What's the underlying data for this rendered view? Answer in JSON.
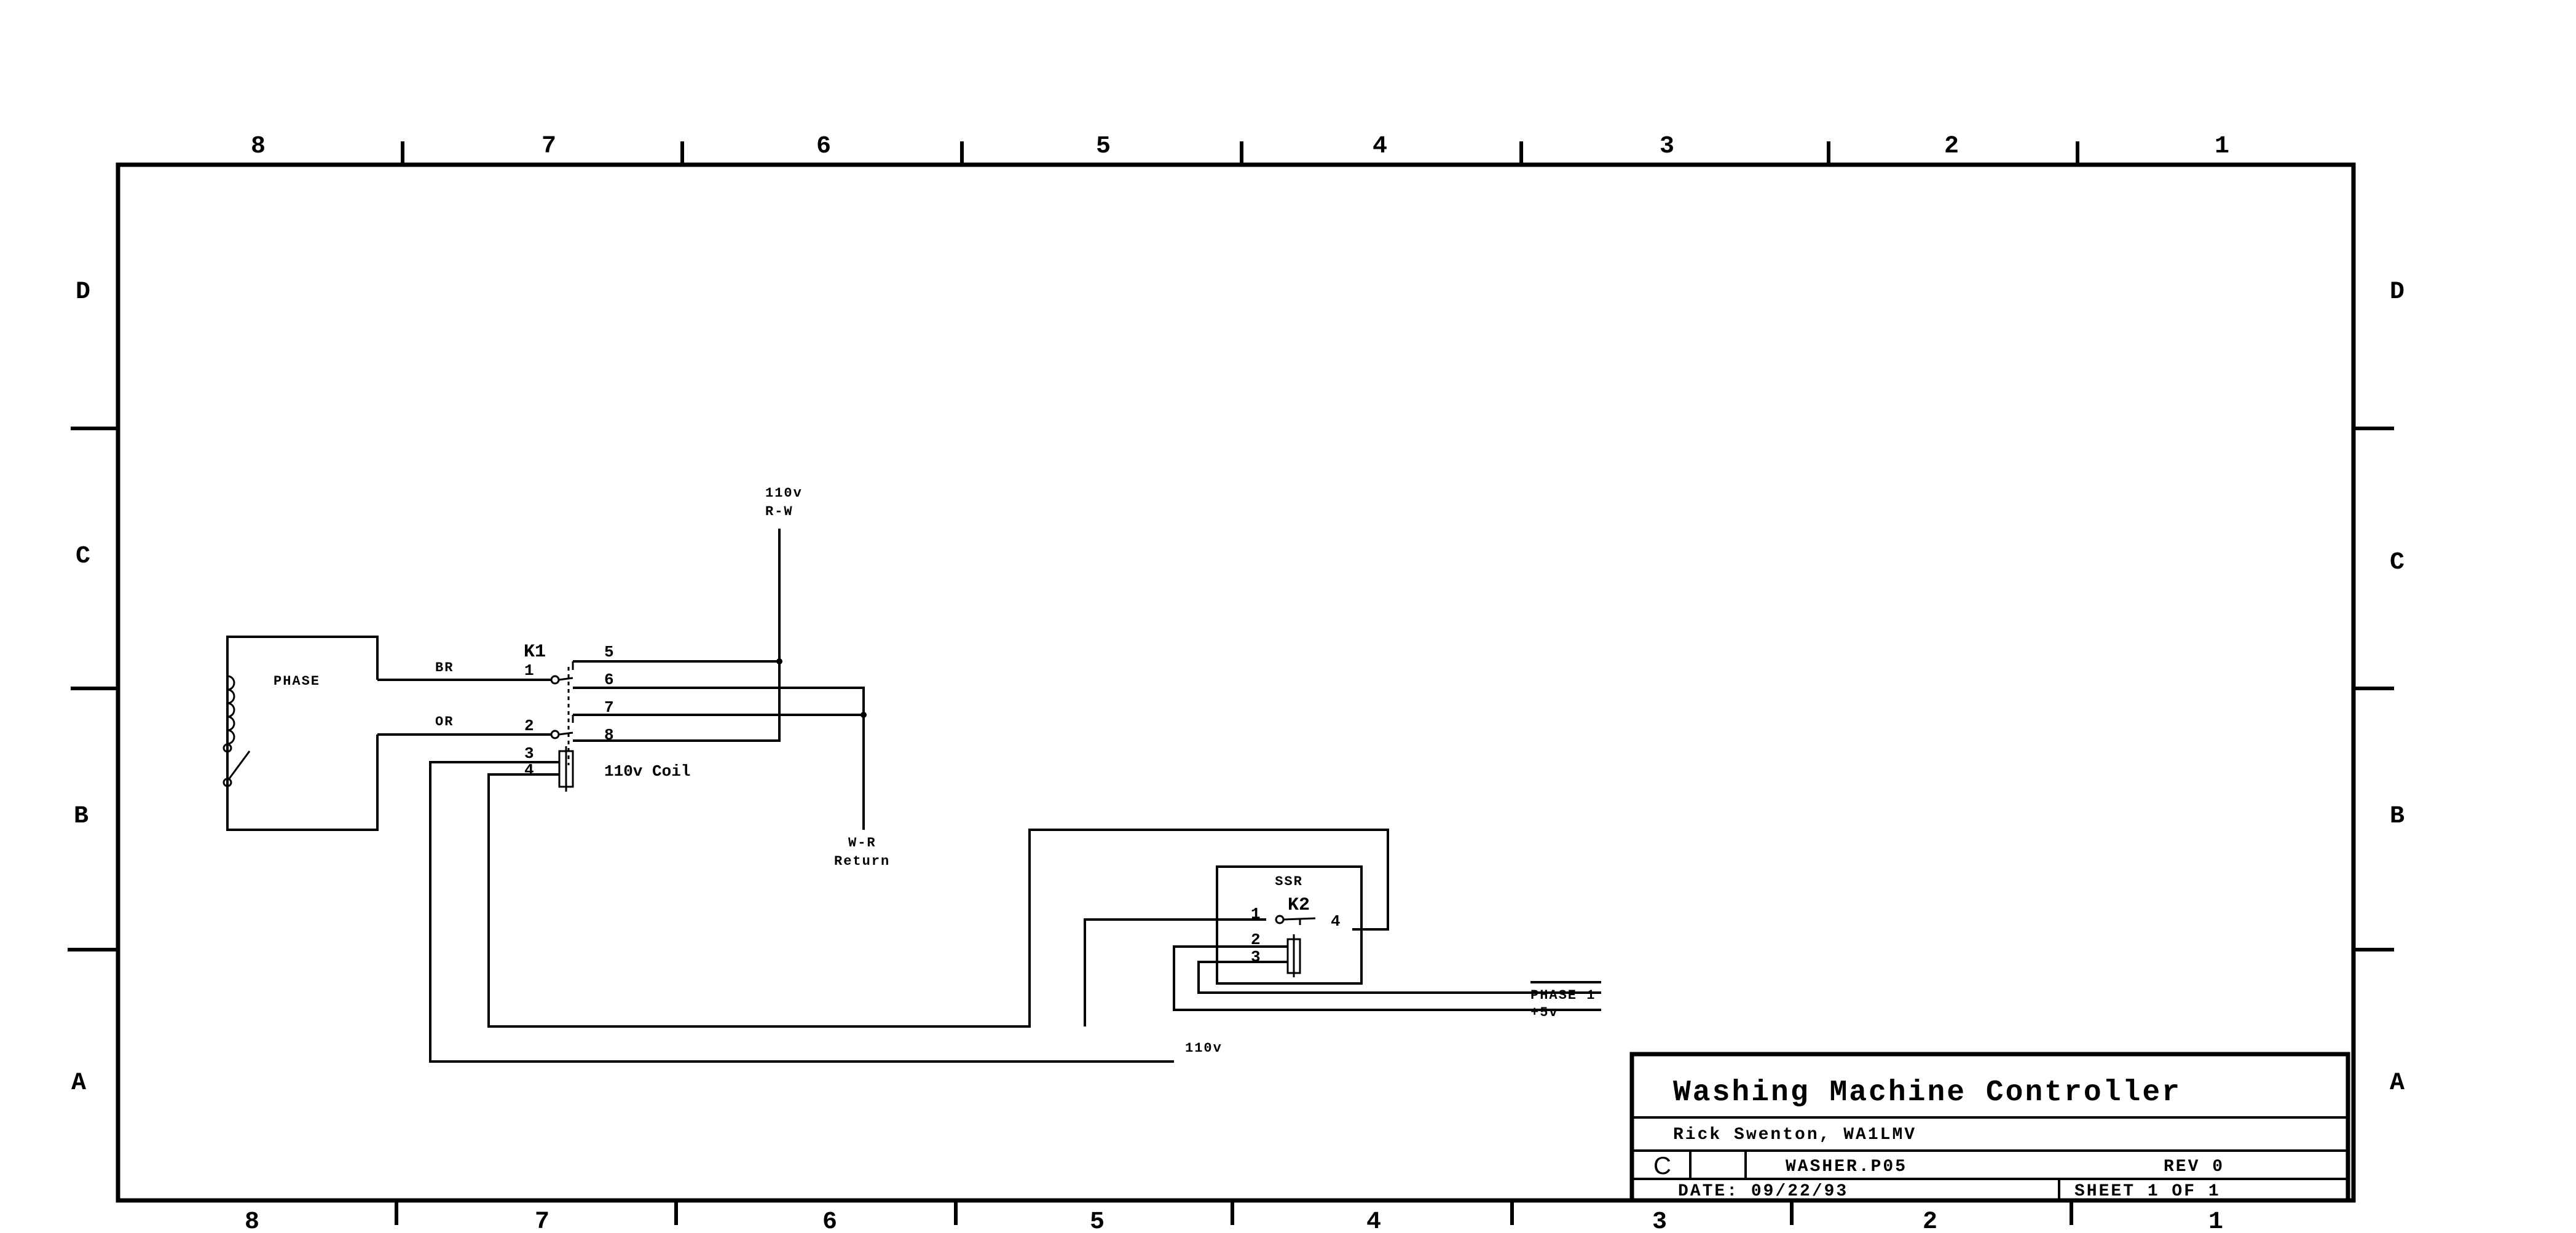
{
  "border": {
    "columns": [
      "8",
      "7",
      "6",
      "5",
      "4",
      "3",
      "2",
      "1"
    ],
    "rows": [
      "D",
      "C",
      "B",
      "A"
    ]
  },
  "components": {
    "phase_block": {
      "label": "PHASE"
    },
    "k1": {
      "ref": "K1",
      "pins": [
        "1",
        "2",
        "3",
        "4",
        "5",
        "6",
        "7",
        "8"
      ],
      "coil_label": "110v Coil"
    },
    "k2": {
      "label": "SSR",
      "ref": "K2",
      "pins": [
        "1",
        "2",
        "3",
        "4"
      ]
    }
  },
  "wire_labels": {
    "br": "BR",
    "or": "OR",
    "supply_top_1": "110v",
    "supply_top_2": "R-W",
    "return_1": "W-R",
    "return_2": "Return",
    "phase1": "PHASE 1",
    "plus5v": "+5v",
    "v110_bottom": "110v"
  },
  "title_block": {
    "title": "Washing Machine Controller",
    "author": "Rick Swenton, WA1LMV",
    "size": "C",
    "file": "WASHER.P05",
    "rev": "REV  0",
    "date": "DATE:  09/22/93",
    "sheet": "SHEET  1 OF  1"
  }
}
